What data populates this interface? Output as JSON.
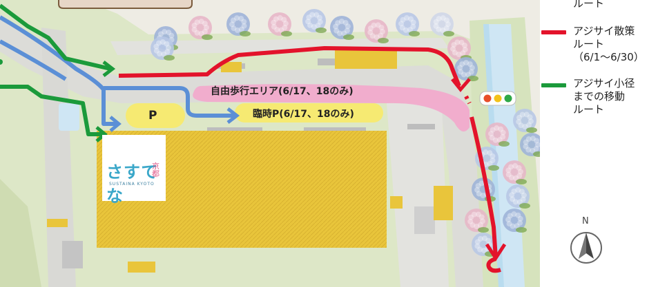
{
  "legend": {
    "items": [
      {
        "label": "ルート",
        "color": "#1f6fb5"
      },
      {
        "label": "アジサイ散策\nルート\n（6/1〜6/30）",
        "color": "#e3132b"
      },
      {
        "label": "アジサイ小径\nまでの移動\nルート",
        "color": "#1b9a3b"
      }
    ]
  },
  "labels": {
    "free_walk_area": "自由歩行エリア(6/17、18のみ)",
    "temp_parking": "臨時P(6/17、18のみ)",
    "parking": "P"
  },
  "logo": {
    "main": "さすてな",
    "kyoto": "京都",
    "sub": "SUSTAINA KYOTO"
  },
  "compass": {
    "label": "N"
  },
  "colors": {
    "red_route": "#e3132b",
    "green_route": "#1b9a3b",
    "blue_route": "#5b8fd6",
    "building": "#e9c53b",
    "pink_area": "#f2a8cc",
    "yellow_pill": "#f6ea72",
    "water": "#cfe6f4",
    "grass": "#d7e4bd",
    "road": "#c6c6c6"
  },
  "icons": [
    "hydrangea-icon",
    "traffic-light-icon",
    "north-arrow-icon"
  ]
}
